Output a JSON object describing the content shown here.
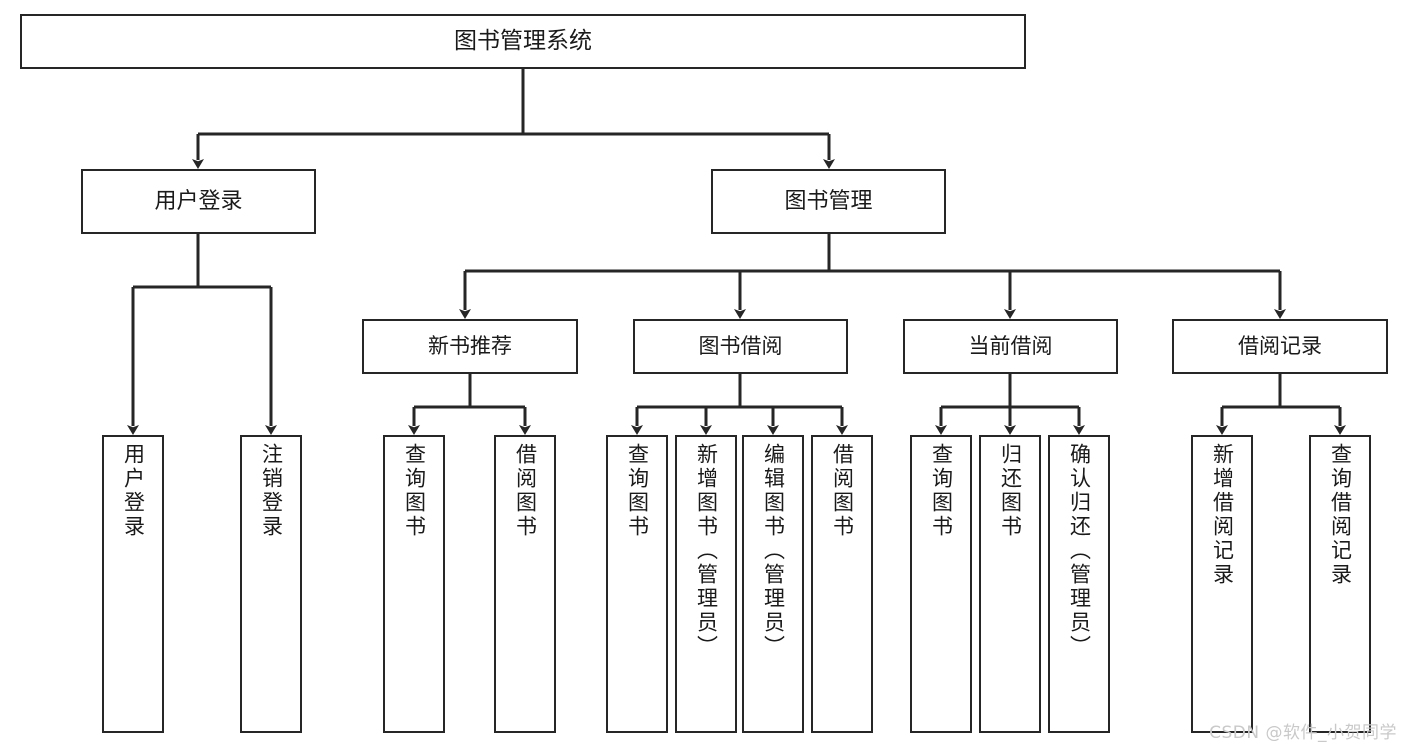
{
  "diagram": {
    "title": "图书管理系统",
    "type": "tree-hierarchy-chart",
    "root": {
      "label": "图书管理系统"
    },
    "level2": [
      {
        "label": "用户登录"
      },
      {
        "label": "图书管理"
      }
    ],
    "level3": [
      {
        "label": "新书推荐"
      },
      {
        "label": "图书借阅"
      },
      {
        "label": "当前借阅"
      },
      {
        "label": "借阅记录"
      }
    ],
    "leaves": [
      {
        "label": "用户登录",
        "parent": "用户登录"
      },
      {
        "label": "注销登录",
        "parent": "用户登录"
      },
      {
        "label": "查询图书",
        "parent": "新书推荐"
      },
      {
        "label": "借阅图书",
        "parent": "新书推荐"
      },
      {
        "label": "查询图书",
        "parent": "图书借阅"
      },
      {
        "label": "新增图书（管理员）",
        "parent": "图书借阅"
      },
      {
        "label": "编辑图书（管理员）",
        "parent": "图书借阅"
      },
      {
        "label": "借阅图书",
        "parent": "图书借阅"
      },
      {
        "label": "查询图书",
        "parent": "当前借阅"
      },
      {
        "label": "归还图书",
        "parent": "当前借阅"
      },
      {
        "label": "确认归还（管理员）",
        "parent": "当前借阅"
      },
      {
        "label": "新增借阅记录",
        "parent": "借阅记录"
      },
      {
        "label": "查询借阅记录",
        "parent": "借阅记录"
      }
    ]
  },
  "watermark": {
    "text": "CSDN @软件_小贺同学"
  },
  "colors": {
    "stroke": "#262626",
    "background": "#ffffff",
    "text": "#1a1a1a",
    "watermark": "#c9c9c9"
  }
}
